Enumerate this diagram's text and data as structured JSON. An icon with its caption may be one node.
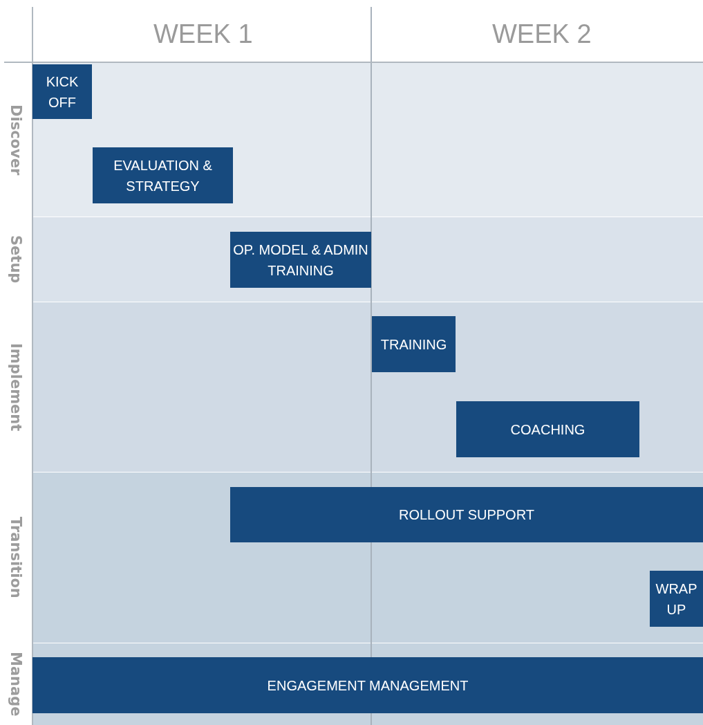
{
  "diagram": {
    "nodes": [
      {
        "text": [
          "Discover"
        ]
      },
      {
        "text": [
          "KICK OFF"
        ],
        "in": 0
      },
      {
        "text": [
          "EVALUATION & STRATEGY"
        ],
        "in": 0
      },
      {
        "text": [
          "Setup"
        ]
      },
      {
        "text": [
          "OP. MODEL & ADMIN TRAINING"
        ],
        "in": 3
      },
      {
        "text": [
          "Implement"
        ]
      },
      {
        "text": [
          "TRAINING"
        ],
        "in": 5
      },
      {
        "text": [
          "COACHING"
        ],
        "in": 5
      },
      {
        "text": [
          "Transition"
        ]
      },
      {
        "text": [
          "ROLLOUT SUPPORT"
        ],
        "in": 8
      },
      {
        "text": [
          "WRAP UP"
        ],
        "in": 8
      },
      {
        "text": [
          "Manage"
        ]
      },
      {
        "text": [
          "ENGAGEMENT MANAGEMENT"
        ],
        "in": 11
      }
    ],
    "labels": [
      "WEEK 1",
      "WEEK 2"
    ]
  }
}
